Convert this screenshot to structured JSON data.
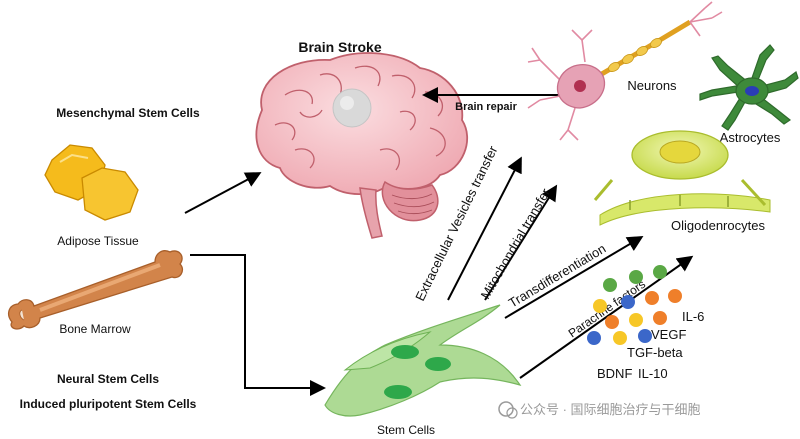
{
  "labels": {
    "brain_stroke": "Brain Stroke",
    "mesenchymal": "Mesenchymal Stem Cells",
    "adipose": "Adipose Tissue",
    "bone_marrow": "Bone Marrow",
    "neural": "Neural Stem Cells",
    "ipsc": "Induced pluripotent Stem Cells",
    "stem_cells": "Stem Cells",
    "brain_repair": "Brain repair",
    "neurons": "Neurons",
    "astrocytes": "Astrocytes",
    "oligodendrocytes": "Oligodenrocytes"
  },
  "mechanisms": {
    "ev_transfer": "Extracellular Vesicles transfer",
    "mito_transfer": "Mitochondrial transfer",
    "transdiff": "Transdifferentiation",
    "paracrine": "Paracrine factors"
  },
  "factors": {
    "il6": "IL-6",
    "vegf": "VEGF",
    "tgfb": "TGF-beta",
    "bdnf": "BDNF",
    "il10": "IL-10"
  },
  "watermark": {
    "text": "公众号 · 国际细胞治疗与干细胞"
  },
  "colors": {
    "brain": "#f4c2c7",
    "brain_outline": "#c0606c",
    "adipose": "#f5bb1c",
    "bone": "#d2844a",
    "stem_cell": "#a9d98f",
    "nucleus": "#2ea84a",
    "oligodendrocyte": "#d8e86a",
    "neuron": "#e6a2b5",
    "astrocyte": "#3e8a3a",
    "factor_green": "#5aa845",
    "factor_orange": "#ef7f2a",
    "factor_yellow": "#f7c727",
    "factor_blue": "#3b67c9"
  }
}
